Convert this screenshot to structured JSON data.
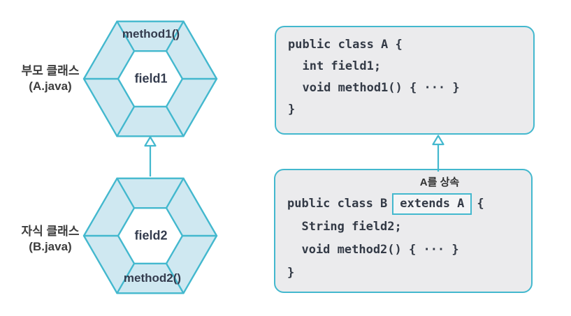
{
  "colors": {
    "teal_stroke": "#43b8ce",
    "hexagon_fill": "#cfe8f1",
    "code_box_fill": "#ebebed",
    "code_text": "#333a46",
    "label_text": "#3d3d3d",
    "hex_text": "#343c4e"
  },
  "left_diagram": {
    "parent_hexagon": {
      "side_label_line1": "부모 클래스",
      "side_label_line2": "(A.java)",
      "top_text": "method1()",
      "center_text": "field1"
    },
    "child_hexagon": {
      "side_label_line1": "자식 클래스",
      "side_label_line2": "(B.java)",
      "center_text": "field2",
      "bottom_text": "method2()"
    },
    "arrow": "inheritance-arrow-child-to-parent"
  },
  "right_diagram": {
    "class_a_box": {
      "lines": [
        "public class A {",
        "  int field1;",
        "  void method1() { ··· }",
        "}"
      ]
    },
    "class_b_box": {
      "annotation": "A를 상속",
      "line1_before": "public class B",
      "line1_boxed": "extends A",
      "line1_after": "{",
      "lines": [
        "  String field2;",
        "  void method2() { ··· }",
        "}"
      ]
    },
    "arrow": "inheritance-arrow-B-to-A"
  }
}
